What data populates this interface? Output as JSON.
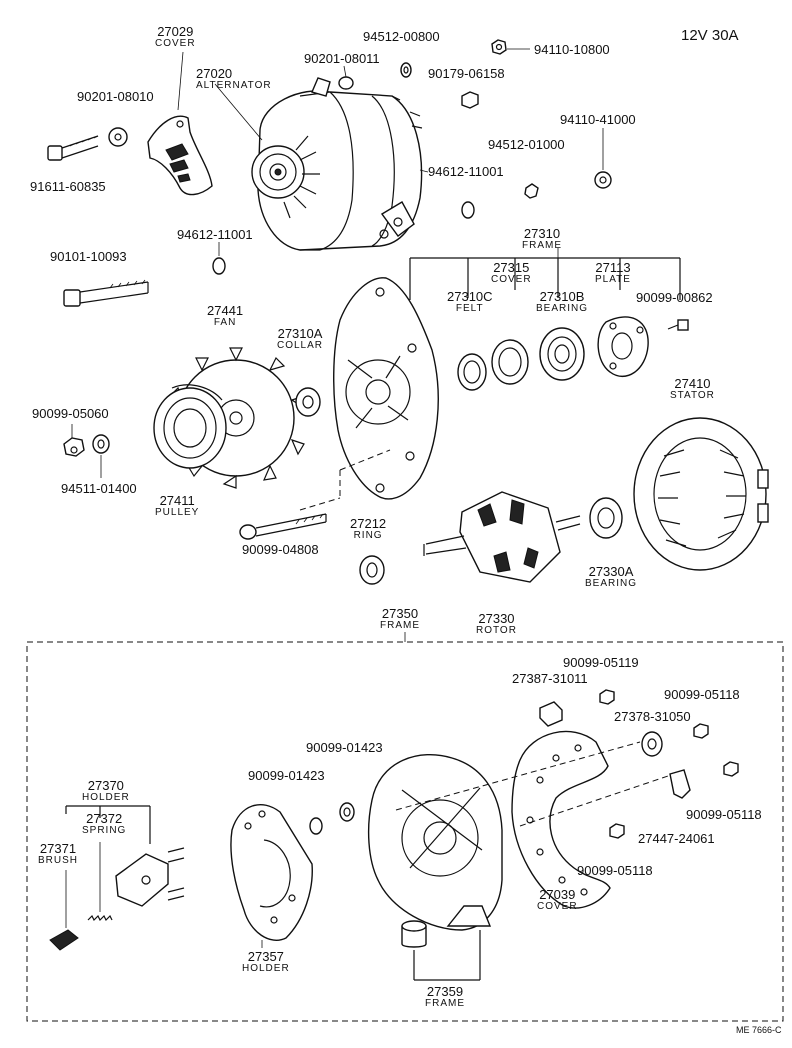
{
  "spec": "12V 30A",
  "drawing_code": "ME 7666-C",
  "parts": [
    {
      "id": "p27029",
      "number": "27029",
      "name": "COVER"
    },
    {
      "id": "p90201_08011",
      "number": "90201-08011"
    },
    {
      "id": "p94512_00800",
      "number": "94512-00800"
    },
    {
      "id": "p94110_10800",
      "number": "94110-10800"
    },
    {
      "id": "p27020",
      "number": "27020",
      "name": "ALTERNATOR"
    },
    {
      "id": "p90179_06158",
      "number": "90179-06158"
    },
    {
      "id": "p90201_08010",
      "number": "90201-08010"
    },
    {
      "id": "p94110_41000",
      "number": "94110-41000"
    },
    {
      "id": "p94512_01000",
      "number": "94512-01000"
    },
    {
      "id": "p91611_60835",
      "number": "91611-60835"
    },
    {
      "id": "p94612_11001a",
      "number": "94612-11001"
    },
    {
      "id": "p94612_11001b",
      "number": "94612-11001"
    },
    {
      "id": "p27310",
      "number": "27310",
      "name": "FRAME"
    },
    {
      "id": "p90101_10093",
      "number": "90101-10093"
    },
    {
      "id": "p27315",
      "number": "27315",
      "name": "COVER"
    },
    {
      "id": "p27113",
      "number": "27113",
      "name": "PLATE"
    },
    {
      "id": "p27441",
      "number": "27441",
      "name": "FAN"
    },
    {
      "id": "p27310c",
      "number": "27310C",
      "name": "FELT"
    },
    {
      "id": "p27310b",
      "number": "27310B",
      "name": "BEARING"
    },
    {
      "id": "p90099_00862",
      "number": "90099-00862"
    },
    {
      "id": "p27310a",
      "number": "27310A",
      "name": "COLLAR"
    },
    {
      "id": "p27410",
      "number": "27410",
      "name": "STATOR"
    },
    {
      "id": "p90099_05060",
      "number": "90099-05060"
    },
    {
      "id": "p94511_01400",
      "number": "94511-01400"
    },
    {
      "id": "p27411",
      "number": "27411",
      "name": "PULLEY"
    },
    {
      "id": "p27212",
      "number": "27212",
      "name": "RING"
    },
    {
      "id": "p90099_04808",
      "number": "90099-04808"
    },
    {
      "id": "p27330a",
      "number": "27330A",
      "name": "BEARING"
    },
    {
      "id": "p27330",
      "number": "27330",
      "name": "ROTOR"
    },
    {
      "id": "p27350",
      "number": "27350",
      "name": "FRAME"
    },
    {
      "id": "p90099_05119",
      "number": "90099-05119"
    },
    {
      "id": "p27387_31011",
      "number": "27387-31011"
    },
    {
      "id": "p90099_05118a",
      "number": "90099-05118"
    },
    {
      "id": "p27378_31050",
      "number": "27378-31050"
    },
    {
      "id": "p90099_01423a",
      "number": "90099-01423"
    },
    {
      "id": "p90099_01423b",
      "number": "90099-01423"
    },
    {
      "id": "p27370",
      "number": "27370",
      "name": "HOLDER"
    },
    {
      "id": "p90099_05118b",
      "number": "90099-05118"
    },
    {
      "id": "p27447_24061",
      "number": "27447-24061"
    },
    {
      "id": "p27372",
      "number": "27372",
      "name": "SPRING"
    },
    {
      "id": "p27371",
      "number": "27371",
      "name": "BRUSH"
    },
    {
      "id": "p90099_05118c",
      "number": "90099-05118"
    },
    {
      "id": "p27039",
      "number": "27039",
      "name": "COVER"
    },
    {
      "id": "p27357",
      "number": "27357",
      "name": "HOLDER"
    },
    {
      "id": "p27359",
      "number": "27359",
      "name": "FRAME"
    }
  ]
}
